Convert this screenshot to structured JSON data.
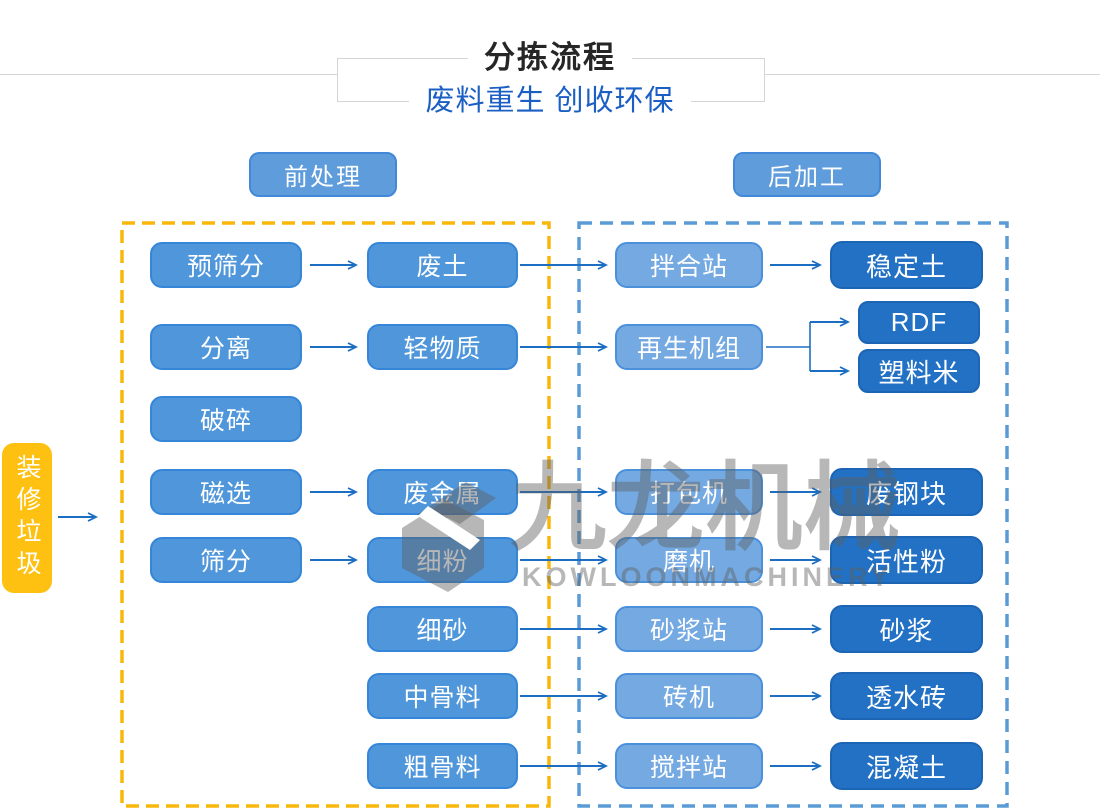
{
  "title": {
    "main": "分拣流程",
    "subtitle": "废料重生 创收环保"
  },
  "section_labels": {
    "pre": "前处理",
    "post": "后加工"
  },
  "source_node": {
    "label": "装修垃圾"
  },
  "columns": {
    "stage1": [
      "预筛分",
      "分离",
      "破碎",
      "磁选",
      "筛分"
    ],
    "stage2": [
      "废土",
      "轻物质",
      "废金属",
      "细粉",
      "细砂",
      "中骨料",
      "粗骨料"
    ],
    "stage3": [
      "拌合站",
      "再生机组",
      "打包机",
      "磨机",
      "砂浆站",
      "砖机",
      "搅拌站"
    ],
    "stage4": [
      "稳定土",
      "RDF",
      "塑料米",
      "废钢块",
      "活性粉",
      "砂浆",
      "透水砖",
      "混凝土"
    ]
  },
  "flows": [
    {
      "from": "装修垃圾",
      "to": "前处理"
    },
    {
      "from": "预筛分",
      "to": "废土"
    },
    {
      "from": "废土",
      "to": "拌合站"
    },
    {
      "from": "拌合站",
      "to": "稳定土"
    },
    {
      "from": "分离",
      "to": "轻物质"
    },
    {
      "from": "轻物质",
      "to": "再生机组"
    },
    {
      "from": "再生机组",
      "to": "RDF"
    },
    {
      "from": "再生机组",
      "to": "塑料米"
    },
    {
      "from": "磁选",
      "to": "废金属"
    },
    {
      "from": "废金属",
      "to": "打包机"
    },
    {
      "from": "打包机",
      "to": "废钢块"
    },
    {
      "from": "筛分",
      "to": "细粉"
    },
    {
      "from": "细粉",
      "to": "磨机"
    },
    {
      "from": "磨机",
      "to": "活性粉"
    },
    {
      "from": "细砂",
      "to": "砂浆站"
    },
    {
      "from": "砂浆站",
      "to": "砂浆"
    },
    {
      "from": "中骨料",
      "to": "砖机"
    },
    {
      "from": "砖机",
      "to": "透水砖"
    },
    {
      "from": "粗骨料",
      "to": "搅拌站"
    },
    {
      "from": "搅拌站",
      "to": "混凝土"
    }
  ],
  "watermark": {
    "logo_text": "九龙机械",
    "brand_text": "KOWLOONMACHINERY"
  },
  "colors": {
    "node_medium_blue": "#4f96da",
    "node_light_blue": "#74a9e2",
    "node_dark_blue": "#2271c4",
    "accent_yellow": "#fec111",
    "dashed_yellow": "#f9b70a",
    "dashed_blue": "#5b9bd5",
    "subtitle_blue": "#1b5fc4",
    "arrow_blue": "#1c6ec2",
    "watermark_gray": "#9b9b9b"
  }
}
